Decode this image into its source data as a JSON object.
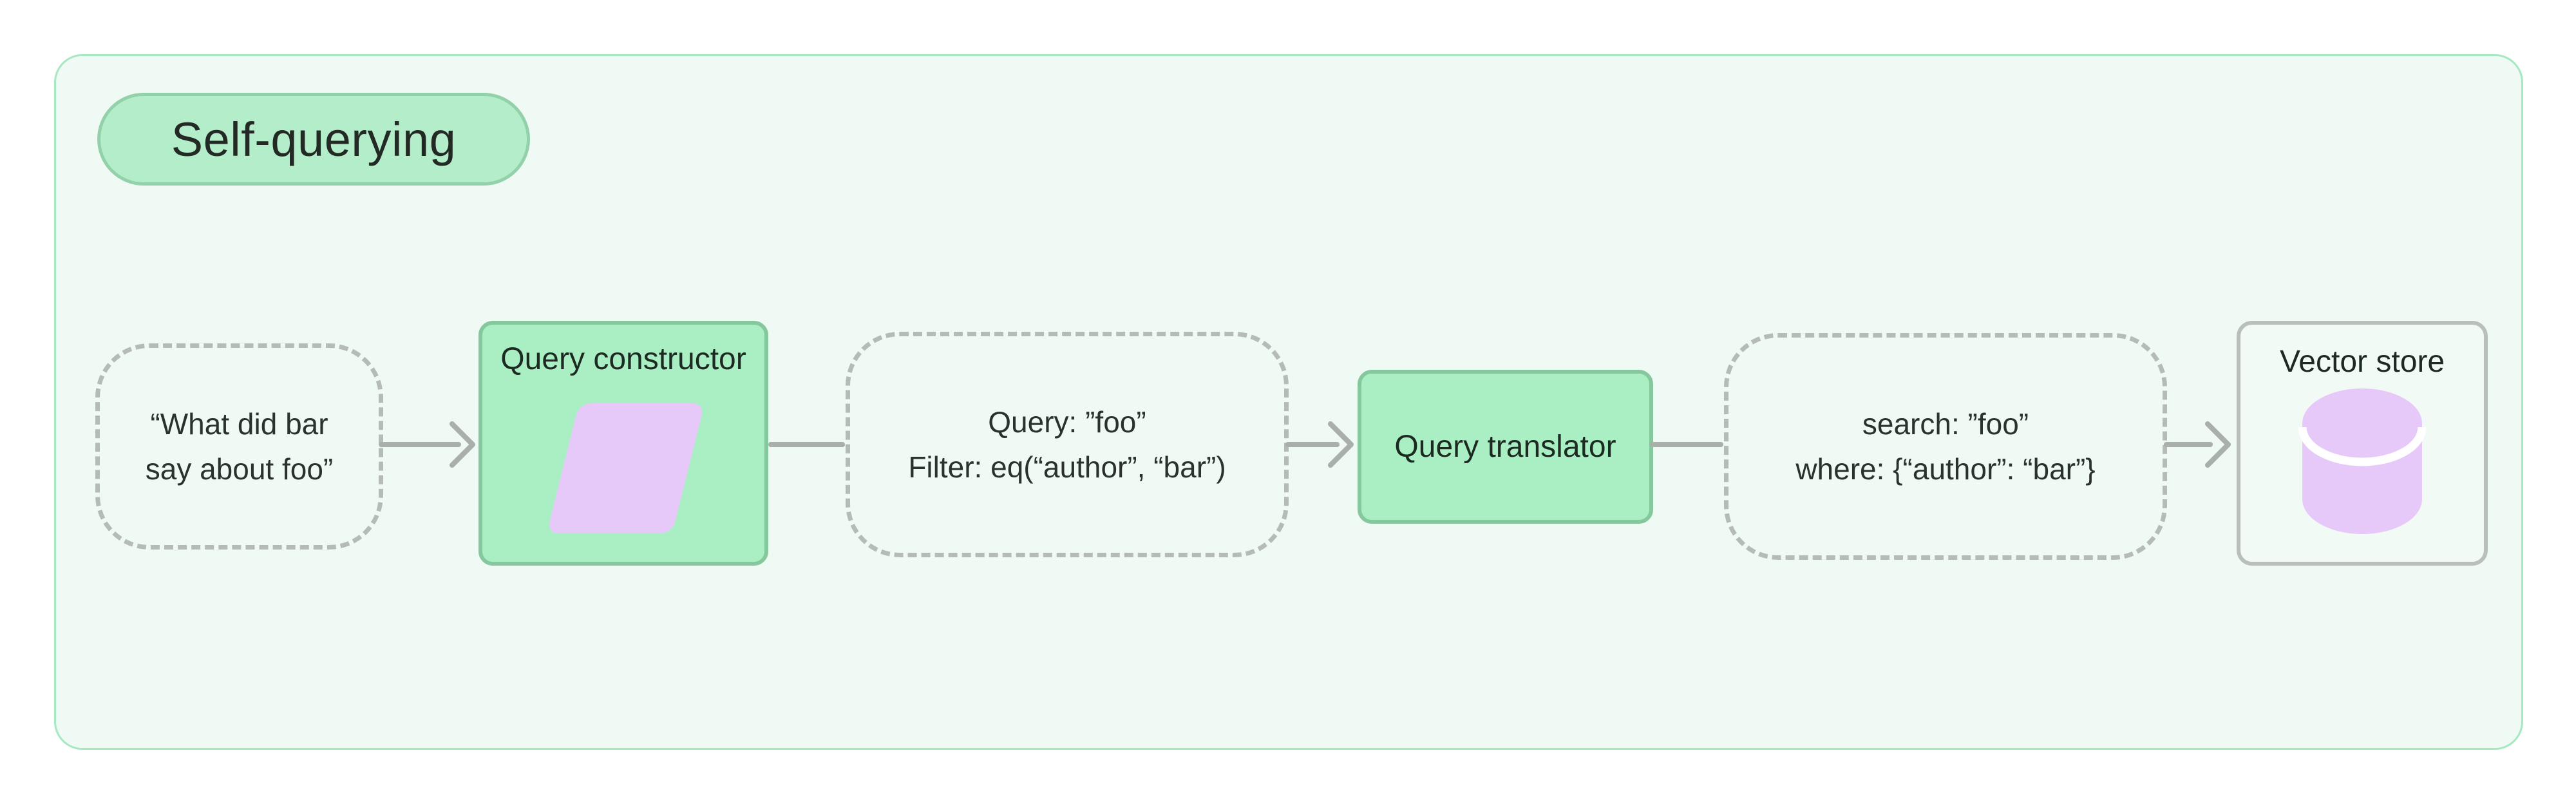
{
  "badge": {
    "label": "Self-querying"
  },
  "nodes": {
    "input_query": {
      "line1": "“What did bar",
      "line2": "say about foo”"
    },
    "query_constructor": {
      "label": "Query constructor"
    },
    "structured_query": {
      "line1": "Query: ”foo”",
      "line2": "Filter: eq(“author”, “bar”)"
    },
    "query_translator": {
      "label": "Query translator"
    },
    "translated_query": {
      "line1": "search: ”foo”",
      "line2": "where: {“author”: “bar”}"
    },
    "vector_store": {
      "label": "Vector store"
    }
  },
  "colors": {
    "page_background": "#ffffff",
    "panel_background": "#f0faf4",
    "panel_border": "#a6e8c0",
    "badge_fill": "#b4edc9",
    "badge_border": "#93d1aa",
    "solid_box_fill": "#a9efc3",
    "solid_box_border": "#85c89e",
    "dashed_border": "#b5bbb5",
    "outline_box_border": "#b9bfbb",
    "connector": "#a9afab",
    "icon_purple": "#e6c9f8",
    "text": "#242b26"
  }
}
